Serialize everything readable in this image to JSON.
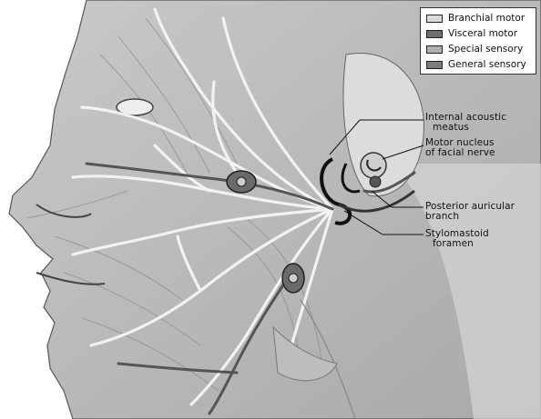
{
  "legend": {
    "items": [
      {
        "label": "Branchial motor",
        "color": "#d9d9d9"
      },
      {
        "label": "Visceral motor",
        "color": "#6e6e6e"
      },
      {
        "label": "Special sensory",
        "color": "#b0b0b0"
      },
      {
        "label": "General sensory",
        "color": "#7d7d7d"
      }
    ]
  },
  "labels": {
    "internal_acoustic_1": "Internal acoustic",
    "internal_acoustic_2": "meatus",
    "motor_nucleus_1": "Motor nucleus",
    "motor_nucleus_2": "of facial nerve",
    "posterior_auricular_1": "Posterior auricular",
    "posterior_auricular_2": "branch",
    "stylomastoid_1": "Stylomastoid",
    "stylomastoid_2": "foramen"
  }
}
